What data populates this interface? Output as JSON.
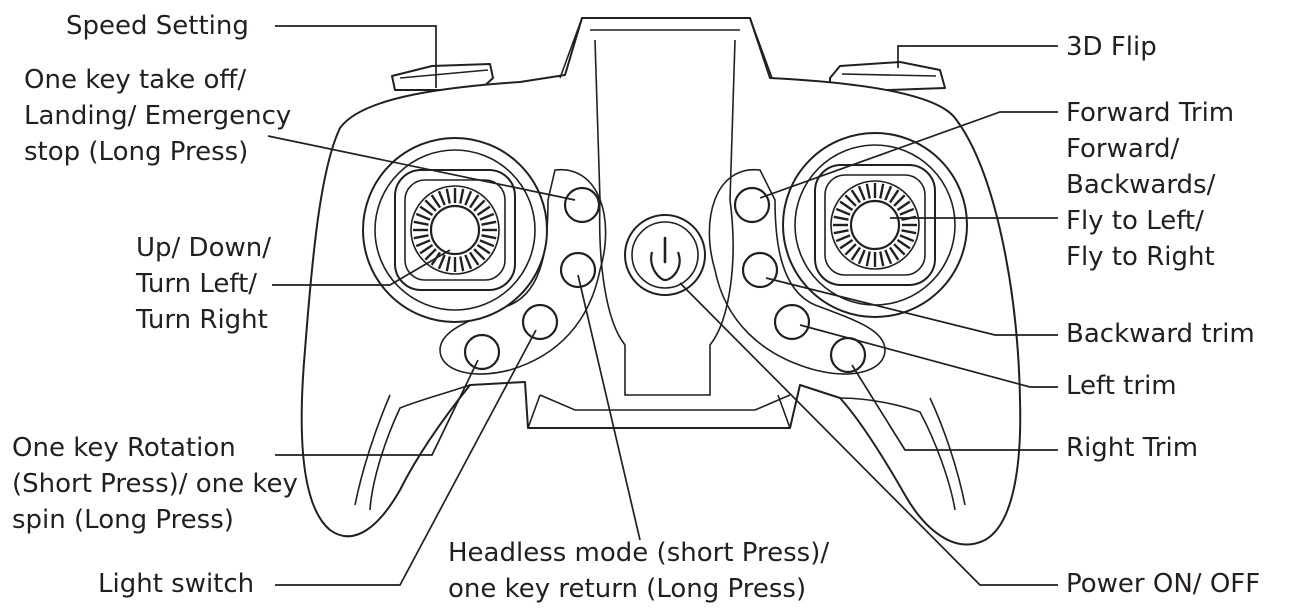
{
  "labels": {
    "speed_setting": [
      "Speed Setting"
    ],
    "takeoff": [
      "One key take off/",
      "Landing/ Emergency",
      "stop (Long Press)"
    ],
    "up_down": [
      "Up/ Down/",
      "Turn Left/",
      "Turn Right"
    ],
    "rotation": [
      "One key Rotation",
      "(Short Press)/ one key",
      "spin (Long Press)"
    ],
    "light_switch": [
      "Light switch"
    ],
    "headless": [
      "Headless mode (short Press)/",
      "one key return (Long Press)"
    ],
    "flip_3d": [
      "3D Flip"
    ],
    "forward_trim": [
      "Forward Trim"
    ],
    "right_stick": [
      "Forward/",
      "Backwards/",
      "Fly to Left/",
      "Fly to Right"
    ],
    "backward_trim": [
      "Backward trim"
    ],
    "left_trim": [
      "Left trim"
    ],
    "right_trim": [
      "Right Trim"
    ],
    "power": [
      "Power ON/ OFF"
    ]
  },
  "icons": {
    "power_button": "power-icon",
    "joystick": "joystick-icon"
  }
}
